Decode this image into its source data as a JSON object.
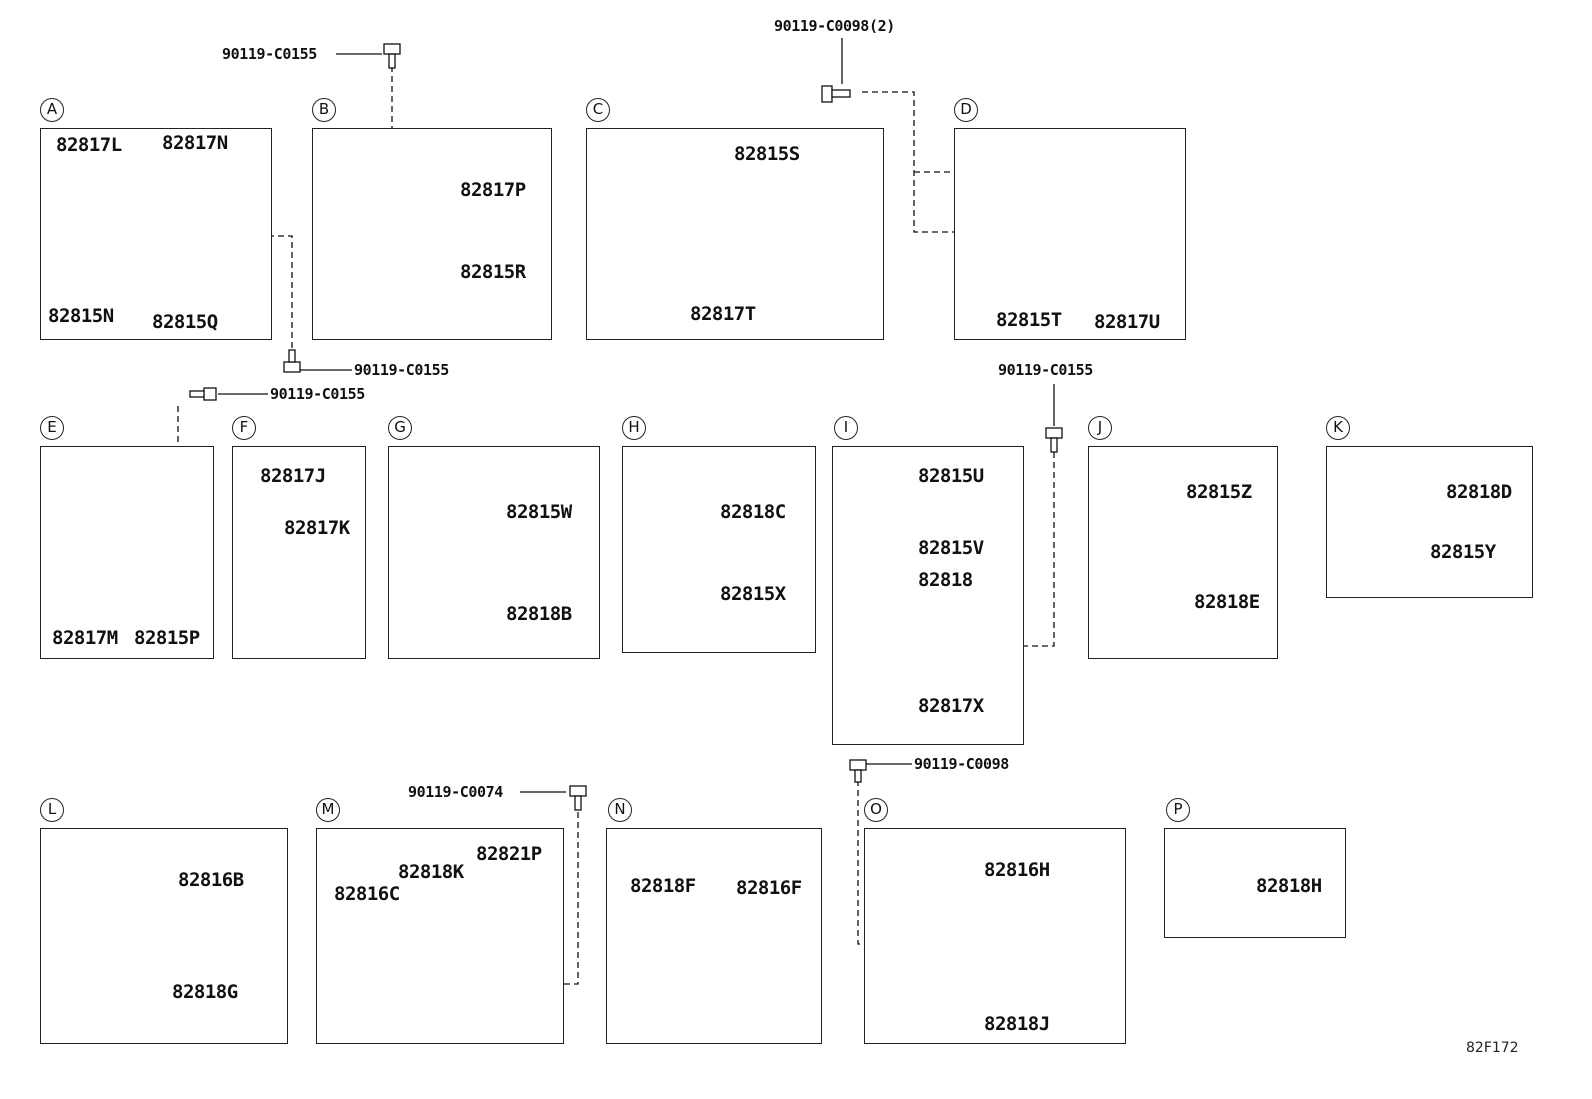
{
  "panels": {
    "A": {
      "letter": "A",
      "parts": [
        "82817L",
        "82817N",
        "82815N",
        "82815Q"
      ]
    },
    "B": {
      "letter": "B",
      "parts": [
        "82817P",
        "82815R"
      ]
    },
    "C": {
      "letter": "C",
      "parts": [
        "82815S",
        "82817T"
      ]
    },
    "D": {
      "letter": "D",
      "parts": [
        "82815T",
        "82817U"
      ]
    },
    "E": {
      "letter": "E",
      "parts": [
        "82817M",
        "82815P"
      ]
    },
    "F": {
      "letter": "F",
      "parts": [
        "82817J",
        "82817K"
      ]
    },
    "G": {
      "letter": "G",
      "parts": [
        "82815W",
        "82818B"
      ]
    },
    "H": {
      "letter": "H",
      "parts": [
        "82818C",
        "82815X"
      ]
    },
    "I": {
      "letter": "I",
      "parts": [
        "82815U",
        "82815V",
        "82818",
        "82817X"
      ]
    },
    "J": {
      "letter": "J",
      "parts": [
        "82815Z",
        "82818E"
      ]
    },
    "K": {
      "letter": "K",
      "parts": [
        "82818D",
        "82815Y"
      ]
    },
    "L": {
      "letter": "L",
      "parts": [
        "82816B",
        "82818G"
      ]
    },
    "M": {
      "letter": "M",
      "parts": [
        "82816C",
        "82818K",
        "82821P"
      ]
    },
    "N": {
      "letter": "N",
      "parts": [
        "82818F",
        "82816F"
      ]
    },
    "O": {
      "letter": "O",
      "parts": [
        "82816H",
        "82818J"
      ]
    },
    "P": {
      "letter": "P",
      "parts": [
        "82818H"
      ]
    }
  },
  "bolts": [
    "90119-C0155",
    "90119-C0098(2)",
    "90119-C0155",
    "90119-C0155",
    "90119-C0155",
    "90119-C0074",
    "90119-C0098"
  ],
  "figure_id": "82F172"
}
